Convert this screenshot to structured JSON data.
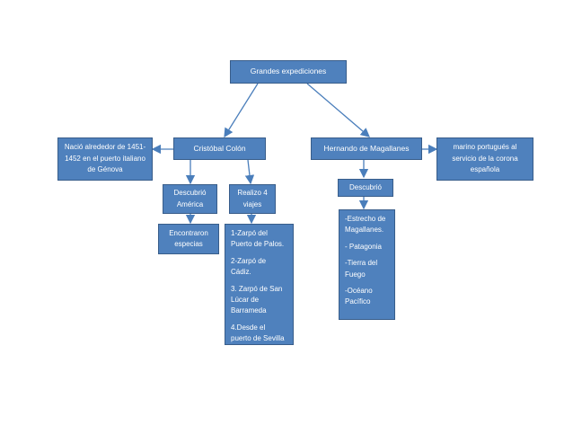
{
  "root": {
    "label": "Grandes expediciones"
  },
  "colon": {
    "label": "Cristóbal Colón",
    "birth": "Nació alrededor de 1451-1452 en el puerto italiano de Génova",
    "discovered": "Descubrió América",
    "found_spices": "Encontraron especias",
    "voyages": "Realizo 4 viajes",
    "voyage_details": [
      "1-Zarpó del Puerto de Palos.",
      "2-Zarpó de Cádiz.",
      "3.  Zarpó de San Lúcar de Barrameda",
      "4.Desde el puerto de Sevilla"
    ]
  },
  "magallanes": {
    "label": "Hernando de Magallanes",
    "description": "marino portugués al servicio de la corona española",
    "discovered": "Descubrió",
    "discoveries": [
      "-Estrecho de Magallanes.",
      "- Patagonia",
      "-Tierra del Fuego",
      "-Océano Pacífico"
    ]
  },
  "colors": {
    "box_fill": "#4f81bd",
    "box_border": "#385d8a",
    "arrow": "#4a7ebb"
  }
}
